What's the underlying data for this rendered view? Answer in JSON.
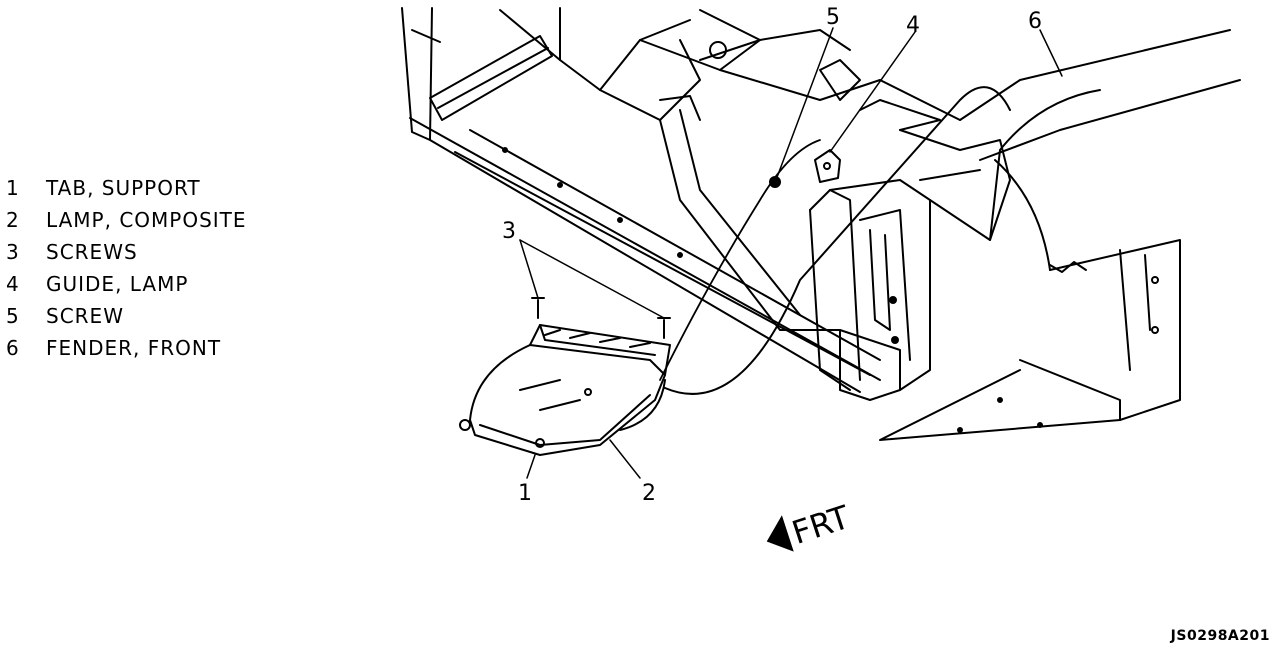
{
  "legend": [
    {
      "num": "1",
      "label": "TAB, SUPPORT"
    },
    {
      "num": "2",
      "label": "LAMP, COMPOSITE"
    },
    {
      "num": "3",
      "label": "SCREWS"
    },
    {
      "num": "4",
      "label": "GUIDE, LAMP"
    },
    {
      "num": "5",
      "label": "SCREW"
    },
    {
      "num": "6",
      "label": "FENDER, FRONT"
    }
  ],
  "callouts": {
    "c1": "1",
    "c2": "2",
    "c3": "3",
    "c4": "4",
    "c5": "5",
    "c6": "6"
  },
  "direction_label": "FRT",
  "figure_id": "JS0298A201"
}
